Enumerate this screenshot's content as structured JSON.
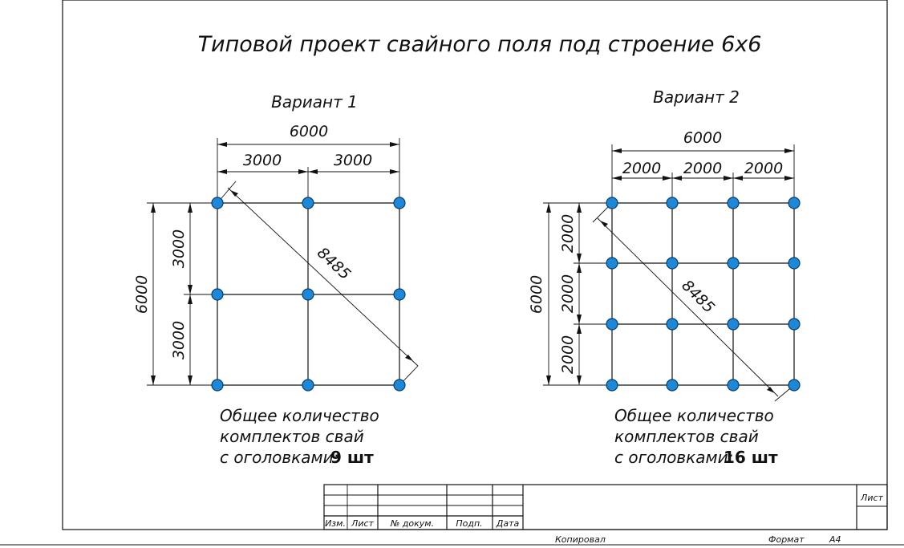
{
  "title": "Типовой проект свайного поля под строение 6х6",
  "variant1": {
    "label": "Вариант 1",
    "total_dim": "6000",
    "seg_dims": [
      "3000",
      "3000"
    ],
    "side_total": "6000",
    "side_segs": [
      "3000",
      "3000"
    ],
    "diagonal": "8485",
    "note_line1": "Общее количество",
    "note_line2": "комплектов свай",
    "note_line3": "с оголовками:",
    "count": "9 шт"
  },
  "variant2": {
    "label": "Вариант 2",
    "total_dim": "6000",
    "seg_dims": [
      "2000",
      "2000",
      "2000"
    ],
    "side_total": "6000",
    "side_segs": [
      "2000",
      "2000",
      "2000"
    ],
    "diagonal": "8485",
    "note_line1": "Общее количество",
    "note_line2": "комплектов свай",
    "note_line3": "с оголовками:",
    "count": "16 шт"
  },
  "title_block": {
    "headers": [
      "Изм.",
      "Лист",
      "№ докум.",
      "Подп.",
      "Дата"
    ],
    "sheet_label": "Лист",
    "copied": "Копировал",
    "format": "Формат",
    "format_value": "А4"
  },
  "colors": {
    "pile": "#1e88d8",
    "line": "#111111"
  }
}
